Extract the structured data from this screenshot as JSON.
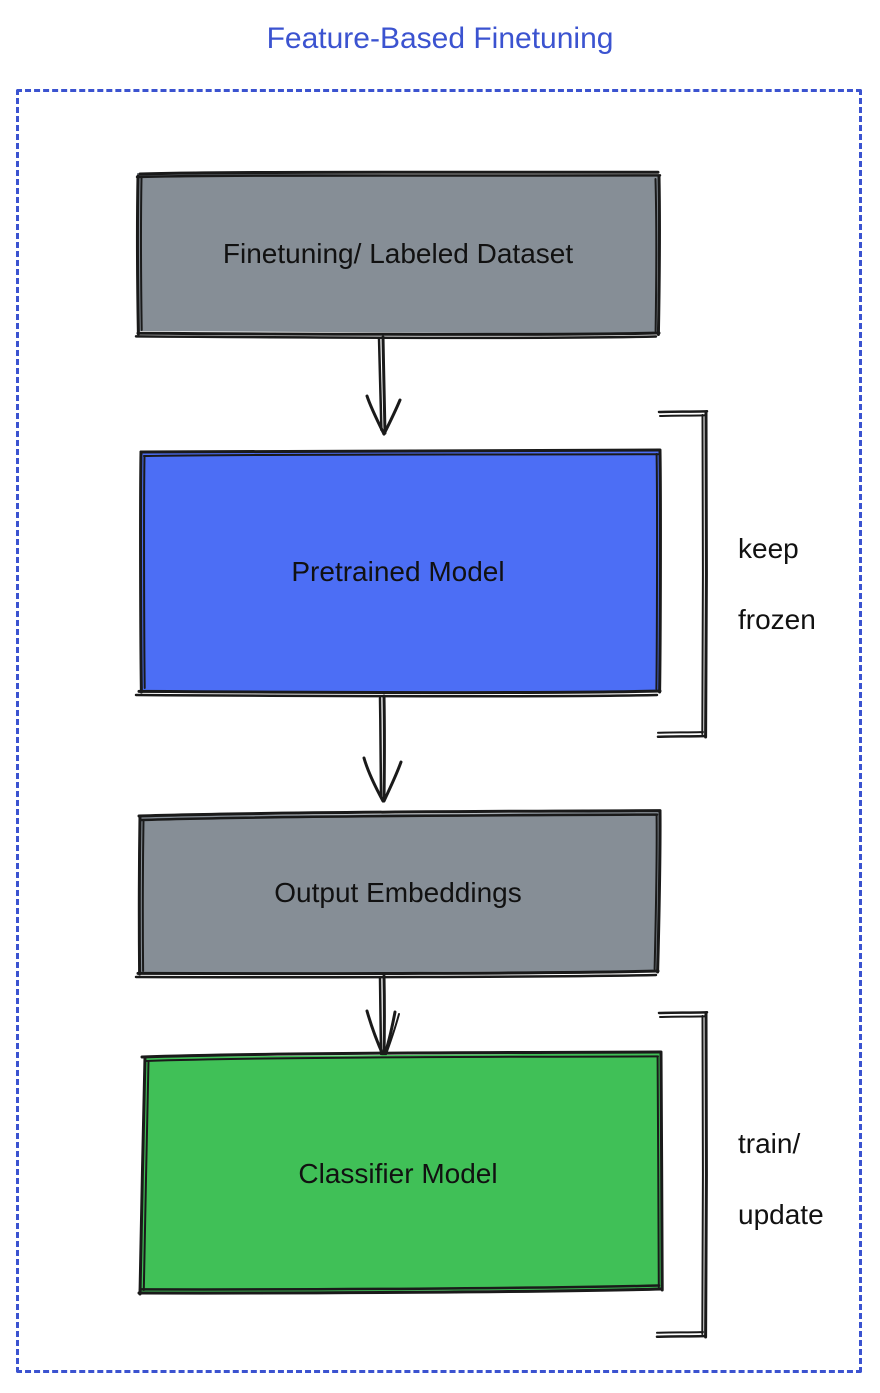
{
  "title": "Feature-Based Finetuning",
  "colors": {
    "title": "#3b53d0",
    "container_border": "#3b53d0",
    "gray_fill": "#868e96",
    "blue_fill": "#4c6ef5",
    "green_fill": "#40c057",
    "stroke": "#1a1a1a",
    "text": "#111111",
    "background": "#ffffff"
  },
  "diagram": {
    "type": "flowchart",
    "style": "hand-drawn",
    "nodes": [
      {
        "id": "dataset",
        "label": "Finetuning/ Labeled Dataset",
        "fill": "#868e96",
        "order": 1
      },
      {
        "id": "pretrained",
        "label": "Pretrained Model",
        "fill": "#4c6ef5",
        "order": 2
      },
      {
        "id": "embeddings",
        "label": "Output Embeddings",
        "fill": "#868e96",
        "order": 3
      },
      {
        "id": "classifier",
        "label": "Classifier Model",
        "fill": "#40c057",
        "order": 4
      }
    ],
    "edges": [
      {
        "from": "dataset",
        "to": "pretrained",
        "kind": "arrow-down"
      },
      {
        "from": "pretrained",
        "to": "embeddings",
        "kind": "arrow-down"
      },
      {
        "from": "embeddings",
        "to": "classifier",
        "kind": "arrow-down"
      }
    ],
    "annotations": [
      {
        "id": "keep-frozen",
        "label": "keep\nfrozen",
        "line1": "keep",
        "line2": "frozen",
        "targets": "pretrained",
        "bracket": "right"
      },
      {
        "id": "train-update",
        "label": "train/\nupdate",
        "line1": "train/",
        "line2": "update",
        "targets": "classifier",
        "bracket": "right"
      }
    ]
  }
}
